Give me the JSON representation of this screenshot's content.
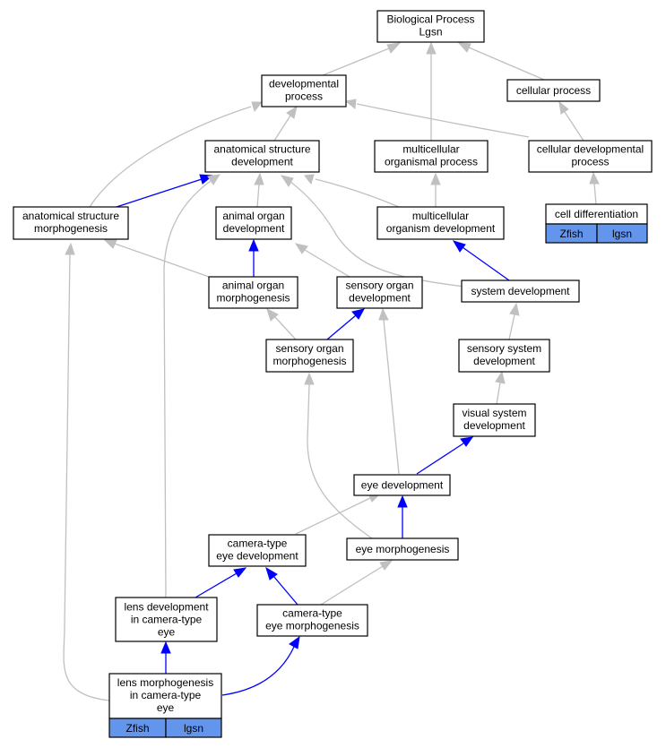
{
  "nodes": {
    "bp": [
      "Biological Process",
      "Lgsn"
    ],
    "dev": [
      "developmental",
      "process"
    ],
    "cell": [
      "cellular process"
    ],
    "asd": [
      "anatomical structure",
      "development"
    ],
    "mop": [
      "multicellular",
      "organismal process"
    ],
    "cdp": [
      "cellular developmental",
      "process"
    ],
    "asm": [
      "anatomical structure",
      "morphogenesis"
    ],
    "aod": [
      "animal organ",
      "development"
    ],
    "mod": [
      "multicellular",
      "organism development"
    ],
    "cdiff": [
      "cell differentiation"
    ],
    "aom": [
      "animal organ",
      "morphogenesis"
    ],
    "sod": [
      "sensory organ",
      "development"
    ],
    "sysd": [
      "system development"
    ],
    "som": [
      "sensory organ",
      "morphogenesis"
    ],
    "ssd": [
      "sensory system",
      "development"
    ],
    "vsd": [
      "visual system",
      "development"
    ],
    "eyed": [
      "eye development"
    ],
    "cted": [
      "camera-type",
      "eye development"
    ],
    "eyem": [
      "eye morphogenesis"
    ],
    "ldce": [
      "lens development",
      "in camera-type",
      "eye"
    ],
    "ctem": [
      "camera-type",
      "eye morphogenesis"
    ],
    "lmce": [
      "lens morphogenesis",
      "in camera-type",
      "eye"
    ]
  },
  "tags": {
    "cdiff": [
      "Zfish",
      "lgsn"
    ],
    "lmce": [
      "Zfish",
      "lgsn"
    ]
  },
  "colors": {
    "is_a_edge": "#c0c0c0",
    "part_of_edge": "#0000ff",
    "annotation_tag": "#6495ed"
  }
}
